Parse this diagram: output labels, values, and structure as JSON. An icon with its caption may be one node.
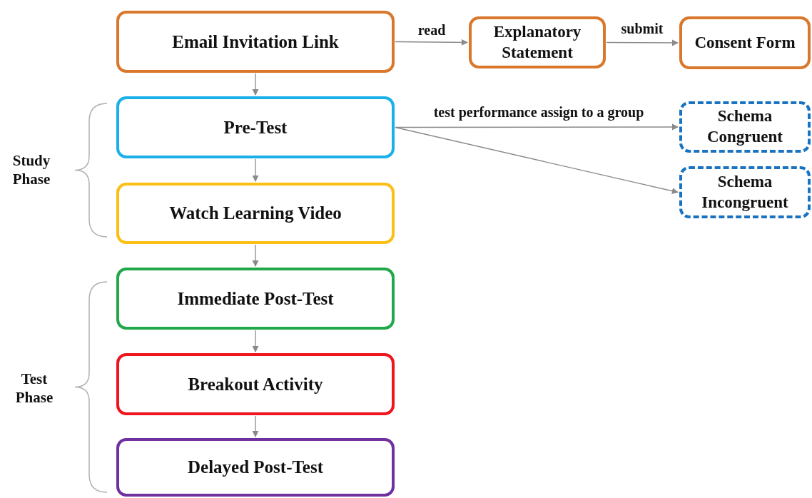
{
  "diagram": {
    "nodes": [
      {
        "text": [
          "Email Invitation Link"
        ]
      },
      {
        "text": [
          "Explanatory Statement"
        ]
      },
      {
        "text": [
          "Consent Form"
        ]
      },
      {
        "text": [
          "Pre-Test"
        ]
      },
      {
        "text": [
          "Schema Congruent"
        ]
      },
      {
        "text": [
          "Schema Incongruent"
        ]
      },
      {
        "text": [
          "Watch Learning Video"
        ]
      },
      {
        "text": [
          "Immediate Post-Test"
        ]
      },
      {
        "text": [
          "Breakout Activity"
        ]
      },
      {
        "text": [
          "Delayed Post-Test"
        ]
      }
    ],
    "edges": [
      {
        "from": 0,
        "to": 1,
        "arrow": "to",
        "label": "read"
      },
      {
        "from": 1,
        "to": 2,
        "arrow": "to",
        "label": "submit"
      },
      {
        "from": 0,
        "to": 3,
        "arrow": "to"
      },
      {
        "from": 3,
        "to": 4,
        "arrow": "to",
        "label": "test performance assign to a group"
      },
      {
        "from": 3,
        "to": 5,
        "arrow": "to"
      },
      {
        "from": 3,
        "to": 6,
        "arrow": "to"
      },
      {
        "from": 6,
        "to": 7,
        "arrow": "to"
      },
      {
        "from": 7,
        "to": 8,
        "arrow": "to"
      },
      {
        "from": 8,
        "to": 9,
        "arrow": "to"
      }
    ],
    "labels": [
      "Study Phase",
      "Test Phase"
    ]
  }
}
